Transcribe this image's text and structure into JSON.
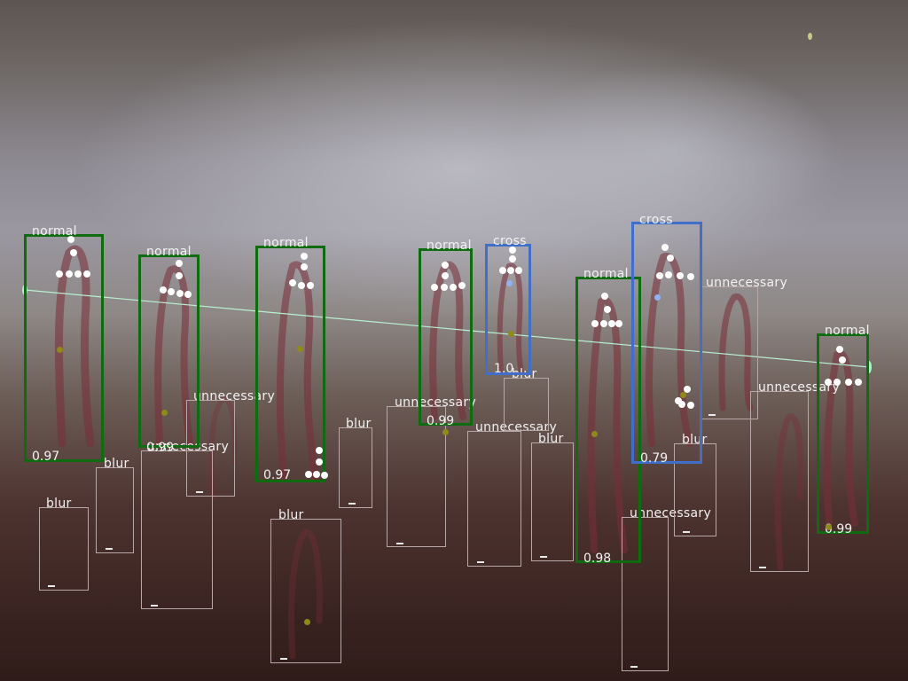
{
  "annotations": {
    "normal_label": "normal",
    "cross_label": "cross",
    "blur_label": "blur",
    "unnecessary_label": "unnecessary",
    "dash_mark": "_",
    "normal_boxes": [
      {
        "label": "normal",
        "score": "0.97"
      },
      {
        "label": "normal",
        "score": "0.99"
      },
      {
        "label": "normal",
        "score": "0.97"
      },
      {
        "label": "normal",
        "score": "0.99"
      },
      {
        "label": "normal",
        "score": "0.98"
      },
      {
        "label": "normal",
        "score": "0.99"
      }
    ],
    "cross_boxes": [
      {
        "label": "cross",
        "score": "1.0"
      },
      {
        "label": "cross",
        "score": "0.79"
      }
    ],
    "blur_boxes": [
      "blur",
      "blur",
      "blur",
      "blur",
      "blur",
      "blur",
      "blur"
    ],
    "unnecessary_boxes": [
      "unnecessary",
      "unnecessary",
      "unnecessary",
      "unnecessary",
      "unnecessary",
      "unnecessary"
    ]
  },
  "colors": {
    "normal_box": "#0f6b0f",
    "cross_box": "#3f6fc8",
    "secondary_box": "#b8a8a8",
    "keypoint": "#ffffff",
    "center_point": "#8f8a1a",
    "reference_line": "#b8f0d0"
  }
}
